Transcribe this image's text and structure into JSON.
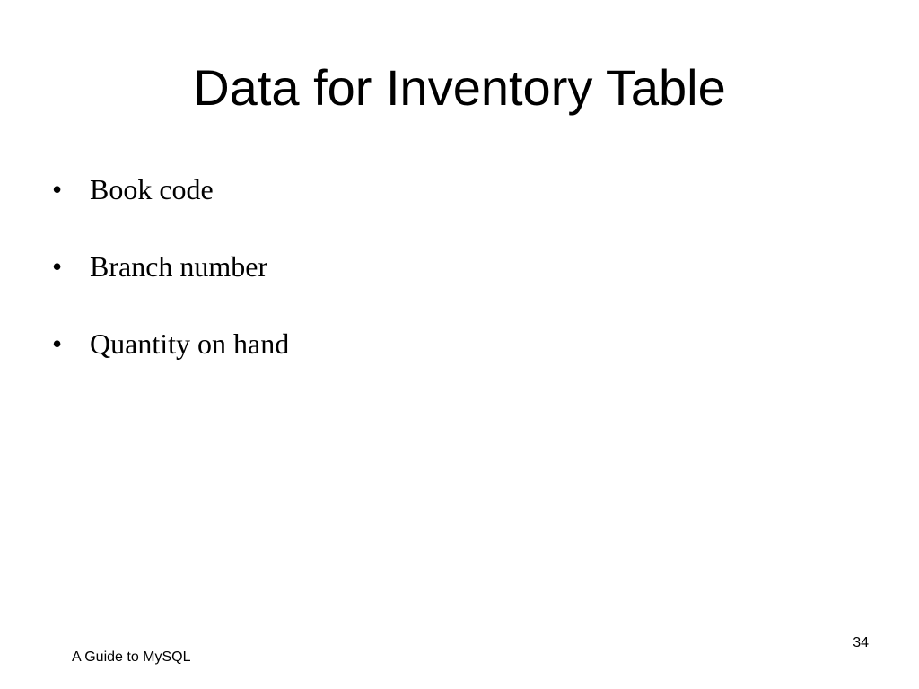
{
  "slide": {
    "title": "Data for Inventory Table",
    "bullets": [
      {
        "marker": "•",
        "text": "Book code"
      },
      {
        "marker": "•",
        "text": "Branch number"
      },
      {
        "marker": "•",
        "text": "Quantity on hand"
      }
    ],
    "footer": "A Guide to MySQL",
    "page_number": "34"
  }
}
